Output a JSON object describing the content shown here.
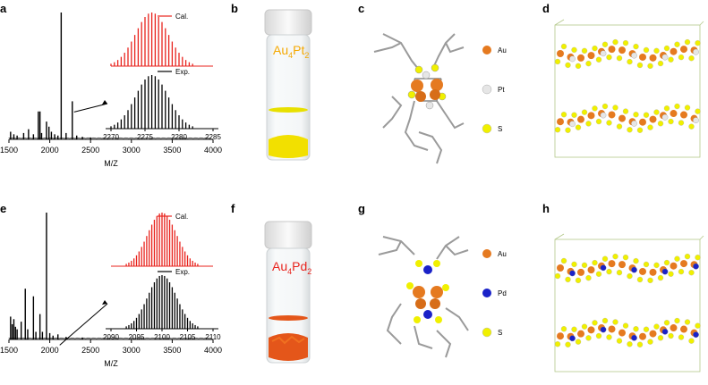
{
  "panels": [
    {
      "letter": "a"
    },
    {
      "letter": "b"
    },
    {
      "letter": "c"
    },
    {
      "letter": "d"
    },
    {
      "letter": "e"
    },
    {
      "letter": "f"
    },
    {
      "letter": "g"
    },
    {
      "letter": "h"
    }
  ],
  "vials": {
    "top": {
      "base": "Au",
      "sub1": "4",
      "mid": "Pt",
      "sub2": "2",
      "color": "#f5a800",
      "powder": "#f2e000"
    },
    "bottom": {
      "base": "Au",
      "sub1": "4",
      "mid": "Pd",
      "sub2": "2",
      "color": "#e8231d",
      "powder": "#e4561a"
    }
  },
  "atoms_top": [
    {
      "symbol": "Au",
      "color": "#e57a20"
    },
    {
      "symbol": "Pt",
      "color": "#e6e6e6"
    },
    {
      "symbol": "S",
      "color": "#f0f000"
    }
  ],
  "atoms_bottom": [
    {
      "symbol": "Au",
      "color": "#e57a20"
    },
    {
      "symbol": "Pd",
      "color": "#1a22c8"
    },
    {
      "symbol": "S",
      "color": "#f0f000"
    }
  ],
  "colors": {
    "cal": "#e8231d",
    "exp": "#000000"
  },
  "chart_data": [
    {
      "type": "line",
      "panel": "a",
      "xlabel": "M/Z",
      "xlim": [
        1500,
        4000
      ],
      "xticks": [
        1500,
        2000,
        2500,
        3000,
        3500,
        4000
      ],
      "peaks": [
        {
          "x": 1520,
          "y": 0.06
        },
        {
          "x": 1560,
          "y": 0.04
        },
        {
          "x": 1600,
          "y": 0.03
        },
        {
          "x": 1680,
          "y": 0.05
        },
        {
          "x": 1740,
          "y": 0.08
        },
        {
          "x": 1800,
          "y": 0.04
        },
        {
          "x": 1860,
          "y": 0.22
        },
        {
          "x": 1880,
          "y": 0.22
        },
        {
          "x": 1900,
          "y": 0.05
        },
        {
          "x": 1960,
          "y": 0.14
        },
        {
          "x": 1990,
          "y": 0.1
        },
        {
          "x": 2020,
          "y": 0.06
        },
        {
          "x": 2060,
          "y": 0.04
        },
        {
          "x": 2100,
          "y": 0.03
        },
        {
          "x": 2140,
          "y": 1.0
        },
        {
          "x": 2200,
          "y": 0.05
        },
        {
          "x": 2276,
          "y": 0.3
        },
        {
          "x": 2330,
          "y": 0.03
        },
        {
          "x": 2400,
          "y": 0.02
        },
        {
          "x": 2500,
          "y": 0.015
        }
      ],
      "inset": {
        "xlim": [
          2270,
          2285
        ],
        "xticks": [
          2270,
          2275,
          2280,
          2285
        ],
        "series": [
          {
            "name": "Cal.",
            "center": 2276,
            "width": 2.4
          },
          {
            "name": "Exp.",
            "center": 2276,
            "width": 2.4
          }
        ]
      }
    },
    {
      "type": "line",
      "panel": "e",
      "xlabel": "M/Z",
      "xlim": [
        1500,
        4000
      ],
      "xticks": [
        1500,
        2000,
        2500,
        3000,
        3500,
        4000
      ],
      "peaks": [
        {
          "x": 1520,
          "y": 0.18
        },
        {
          "x": 1540,
          "y": 0.12
        },
        {
          "x": 1560,
          "y": 0.16
        },
        {
          "x": 1580,
          "y": 0.1
        },
        {
          "x": 1600,
          "y": 0.08
        },
        {
          "x": 1650,
          "y": 0.14
        },
        {
          "x": 1700,
          "y": 0.4
        },
        {
          "x": 1730,
          "y": 0.08
        },
        {
          "x": 1800,
          "y": 0.34
        },
        {
          "x": 1830,
          "y": 0.06
        },
        {
          "x": 1880,
          "y": 0.2
        },
        {
          "x": 1910,
          "y": 0.06
        },
        {
          "x": 1960,
          "y": 1.0
        },
        {
          "x": 2000,
          "y": 0.05
        },
        {
          "x": 2040,
          "y": 0.03
        },
        {
          "x": 2100,
          "y": 0.04
        },
        {
          "x": 2200,
          "y": 0.02
        },
        {
          "x": 2400,
          "y": 0.015
        }
      ],
      "inset": {
        "xlim": [
          2090,
          2110
        ],
        "xticks": [
          2090,
          2095,
          2100,
          2105,
          2110
        ],
        "series": [
          {
            "name": "Cal.",
            "center": 2100,
            "width": 2.8
          },
          {
            "name": "Exp.",
            "center": 2100,
            "width": 2.8
          }
        ]
      }
    }
  ]
}
